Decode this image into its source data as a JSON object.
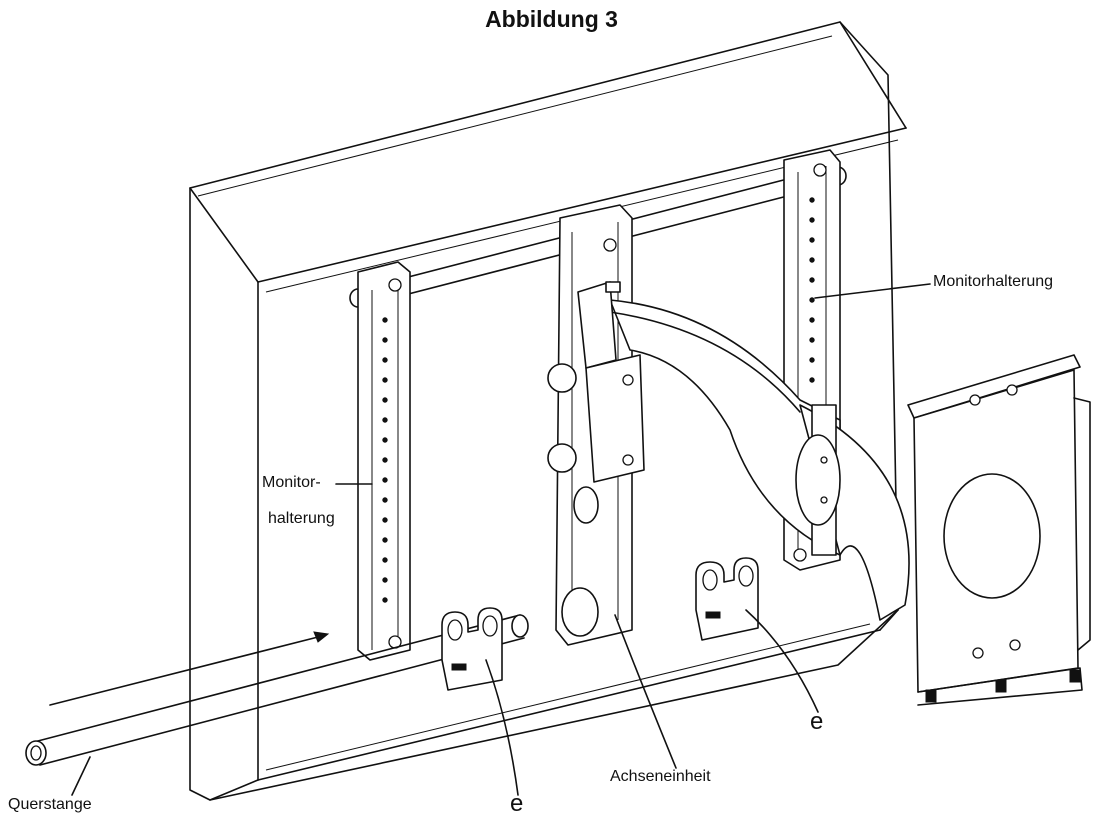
{
  "figure": {
    "title": "Abbildung 3"
  },
  "labels": {
    "monitor_mount_right": "Monitorhalterung",
    "monitor_mount_left_line1": "Monitor-",
    "monitor_mount_left_line2": "halterung",
    "axle_unit": "Achseneinheit",
    "crossbar": "Querstange",
    "part_e_left": "e",
    "part_e_right": "e"
  },
  "colors": {
    "ink": "#111111",
    "paper": "#ffffff"
  }
}
